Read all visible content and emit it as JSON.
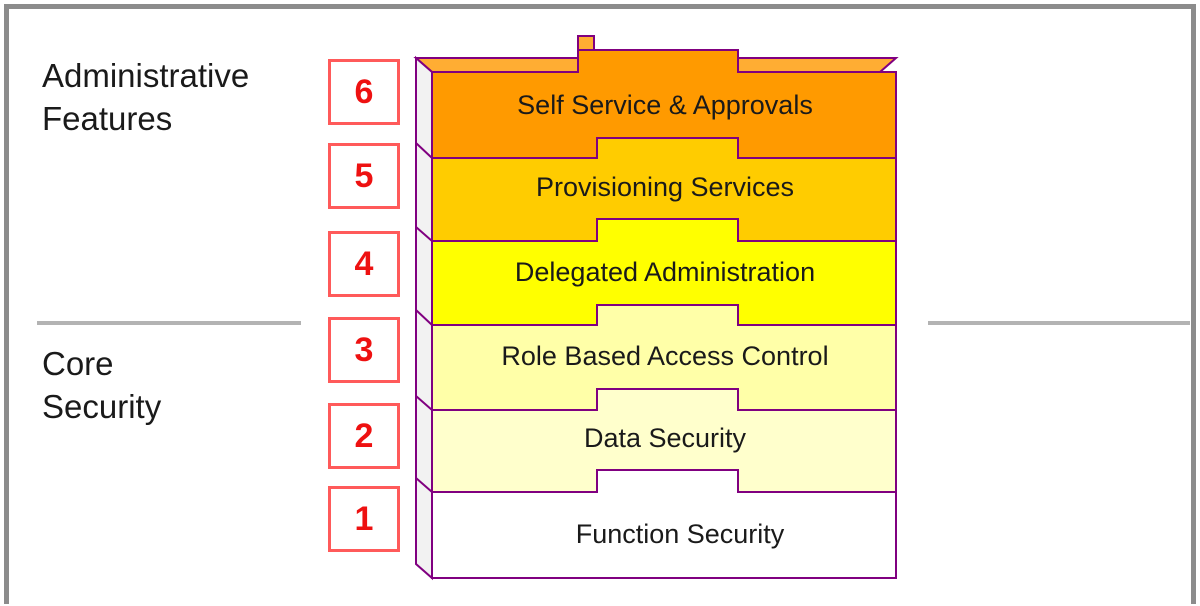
{
  "groups": {
    "administrative": "Administrative\nFeatures",
    "core": "Core\nSecurity"
  },
  "layers": [
    {
      "number": "6",
      "label": "Self Service & Approvals",
      "color": "#ff9a00"
    },
    {
      "number": "5",
      "label": "Provisioning Services",
      "color": "#ffcc00"
    },
    {
      "number": "4",
      "label": "Delegated Administration",
      "color": "#ffff00"
    },
    {
      "number": "3",
      "label": "Role Based Access Control",
      "color": "#ffffa8"
    },
    {
      "number": "2",
      "label": "Data Security",
      "color": "#ffffcc"
    },
    {
      "number": "1",
      "label": "Function Security",
      "color": "#ffffff"
    }
  ],
  "colors": {
    "outline": "#800080",
    "number_border": "#ff5a5a",
    "number_text": "#ee1111",
    "divider": "#b3b3b3",
    "frame": "#8c8c8c"
  }
}
